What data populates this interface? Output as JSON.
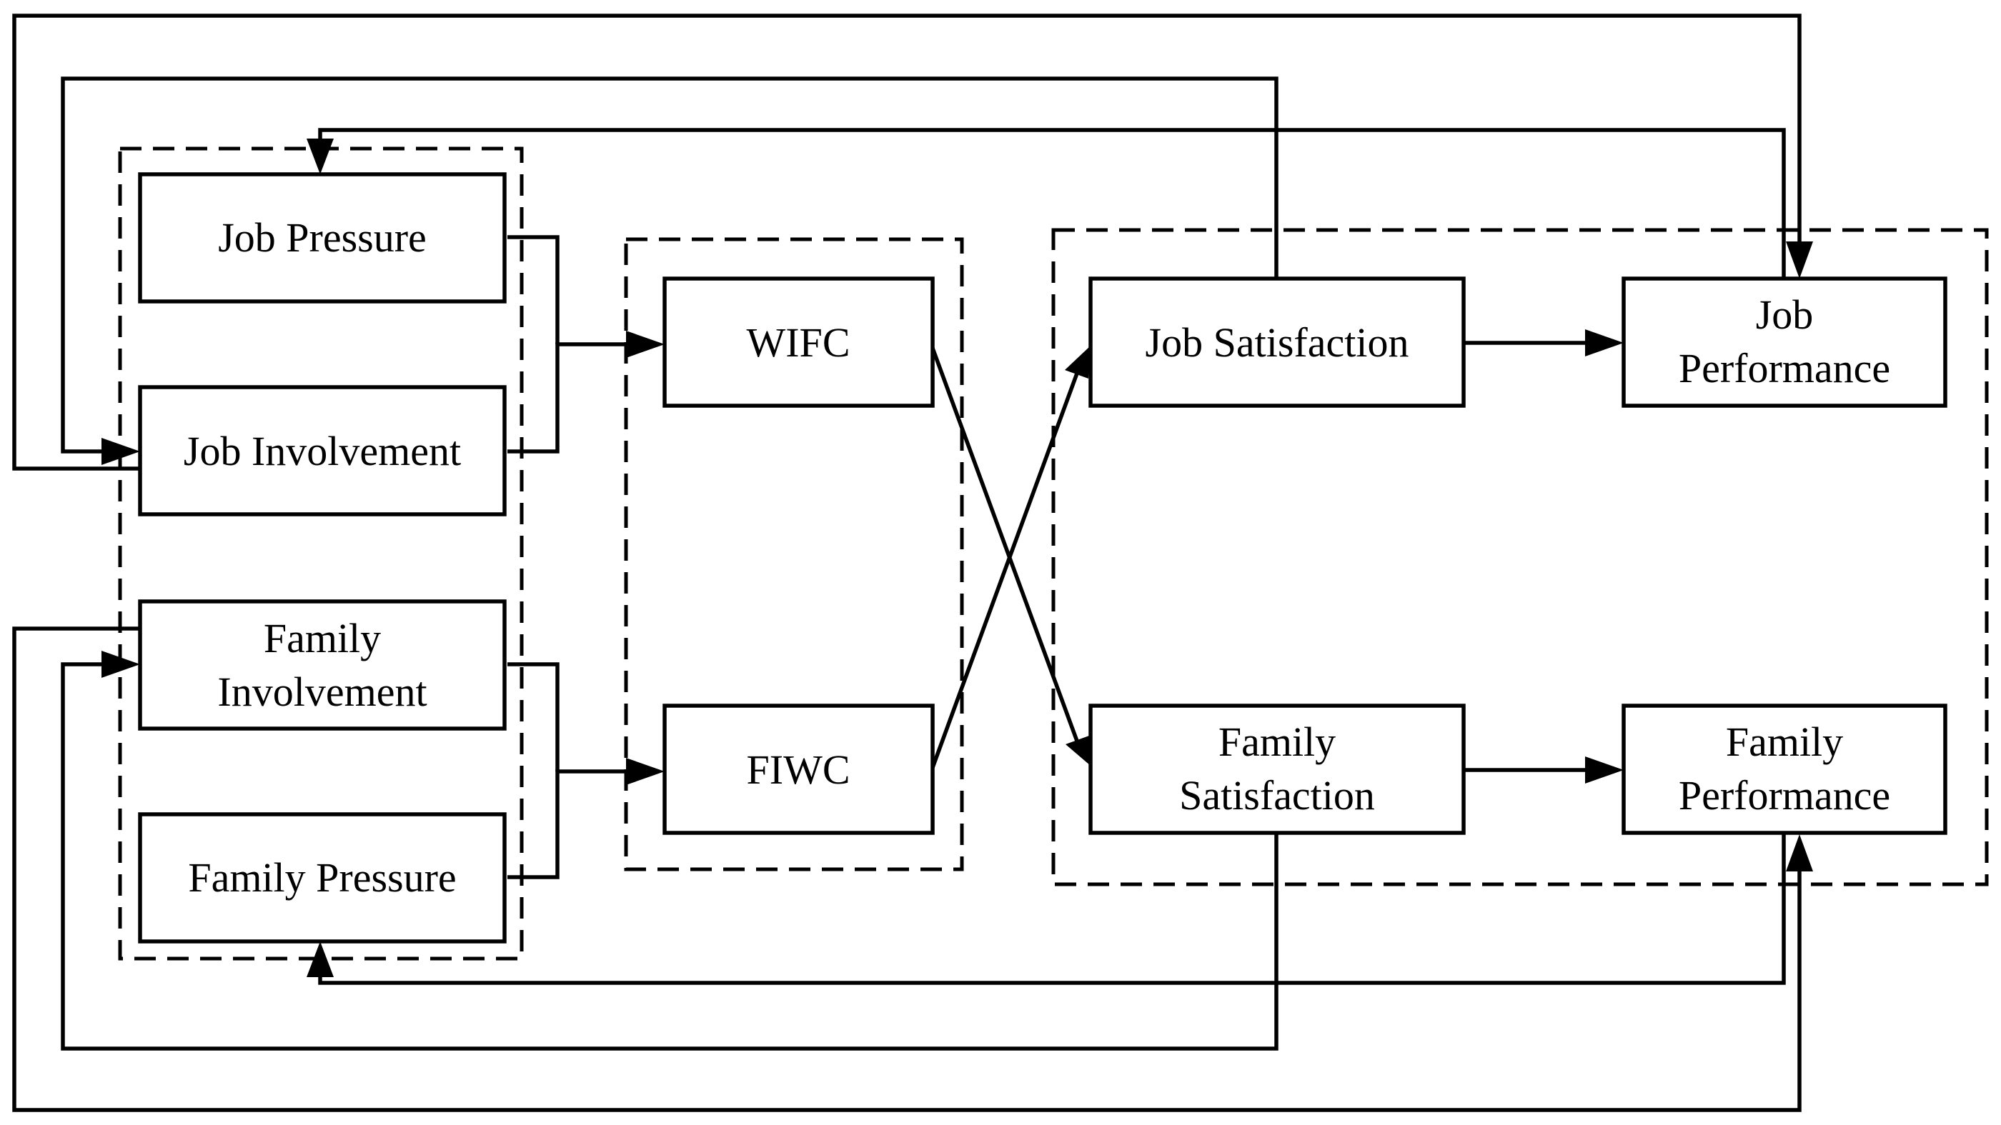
{
  "nodes": {
    "job_pressure": {
      "lines": [
        "Job Pressure"
      ]
    },
    "job_involvement": {
      "lines": [
        "Job Involvement"
      ]
    },
    "family_involvement": {
      "lines": [
        "Family",
        "Involvement"
      ]
    },
    "family_pressure": {
      "lines": [
        "Family Pressure"
      ]
    },
    "wifc": {
      "lines": [
        "WIFC"
      ]
    },
    "fiwc": {
      "lines": [
        "FIWC"
      ]
    },
    "job_satisfaction": {
      "lines": [
        "Job Satisfaction"
      ]
    },
    "family_satisfaction": {
      "lines": [
        "Family",
        "Satisfaction"
      ]
    },
    "job_performance": {
      "lines": [
        "Job",
        "Performance"
      ]
    },
    "family_performance": {
      "lines": [
        "Family",
        "Performance"
      ]
    }
  },
  "edges": [
    {
      "from": "job_pressure",
      "to": "wifc"
    },
    {
      "from": "job_involvement",
      "to": "wifc"
    },
    {
      "from": "family_involvement",
      "to": "fiwc"
    },
    {
      "from": "family_pressure",
      "to": "fiwc"
    },
    {
      "from": "wifc",
      "to": "family_satisfaction"
    },
    {
      "from": "fiwc",
      "to": "job_satisfaction"
    },
    {
      "from": "job_satisfaction",
      "to": "job_performance"
    },
    {
      "from": "family_satisfaction",
      "to": "family_performance"
    },
    {
      "from": "job_satisfaction",
      "to": "job_involvement"
    },
    {
      "from": "job_involvement",
      "to": "job_performance"
    },
    {
      "from": "job_performance",
      "to": "job_pressure"
    },
    {
      "from": "family_satisfaction",
      "to": "family_involvement"
    },
    {
      "from": "family_involvement",
      "to": "family_performance"
    },
    {
      "from": "family_performance",
      "to": "family_pressure"
    }
  ],
  "groups": [
    "antecedents",
    "conflicts",
    "outcomes"
  ]
}
